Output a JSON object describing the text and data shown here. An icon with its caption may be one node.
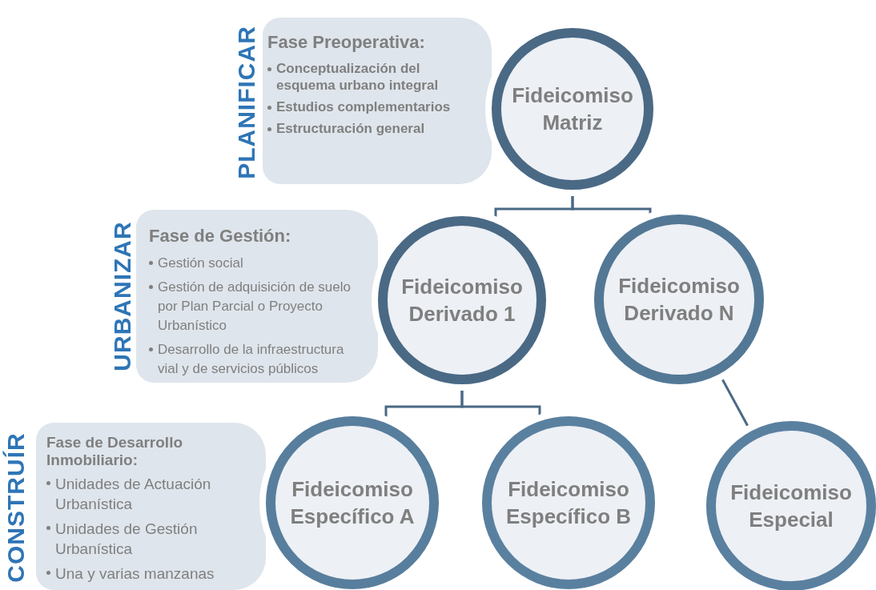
{
  "diagram": {
    "nodes": [
      {
        "text": [
          "Fase Preoperativa:",
          "Conceptualización del esquema urbano integral",
          "Estudios complementarios",
          "Estructuración general"
        ],
        "beside": [
          "PLANIFICAR"
        ]
      },
      {
        "text": [
          "Fideicomiso Matriz"
        ]
      },
      {
        "text": [
          "Fase de Gestión:",
          "Gestión social",
          "Gestión de adquisición de suelo por Plan Parcial o Proyecto Urbanístico",
          "Desarrollo de la infraestructura vial y de servicios públicos"
        ],
        "beside": [
          "URBANIZAR"
        ]
      },
      {
        "text": [
          "Fideicomiso Derivado 1"
        ]
      },
      {
        "text": [
          "Fideicomiso Derivado N"
        ]
      },
      {
        "text": [
          "Fase de Desarrollo Inmobiliario:",
          "Unidades de Actuación Urbanística",
          "Unidades de Gestión Urbanística",
          "Una y varias manzanas"
        ],
        "beside": [
          "CONSTRUÍR"
        ]
      },
      {
        "text": [
          "Fideicomiso Específico A"
        ]
      },
      {
        "text": [
          "Fideicomiso Específico B"
        ]
      },
      {
        "text": [
          "Fideicomiso Especial"
        ]
      }
    ],
    "edges": [
      {
        "from": 1,
        "to": 3,
        "arrow": "none"
      },
      {
        "from": 1,
        "to": 4,
        "arrow": "none"
      },
      {
        "from": 3,
        "to": 6,
        "arrow": "none"
      },
      {
        "from": 3,
        "to": 7,
        "arrow": "none"
      },
      {
        "from": 4,
        "to": 8,
        "arrow": "none"
      }
    ]
  }
}
